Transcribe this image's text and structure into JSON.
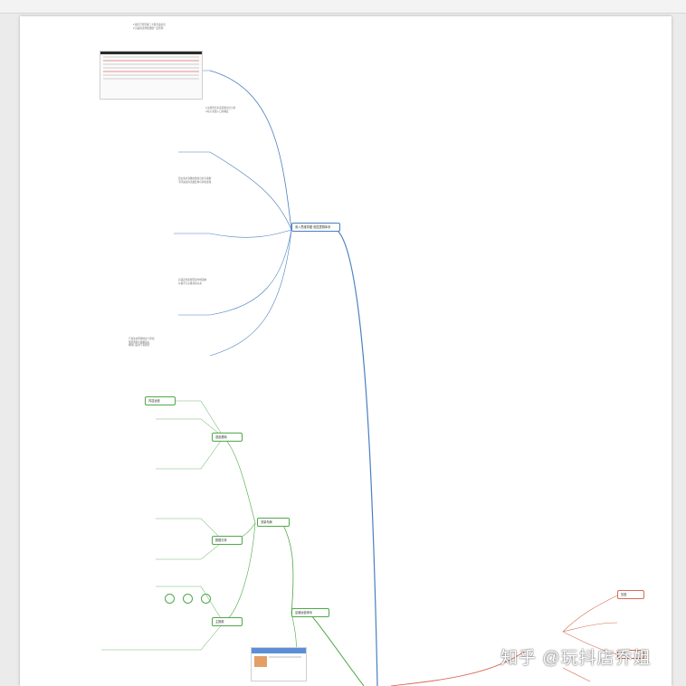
{
  "central_blue_node": "深入思维导图·底层逻辑体系",
  "central_green_node": "店铺运营体系",
  "notes": {
    "top": [
      "1.我们已经掌握了大量竞品信息",
      "2.竞品的选择要遵循一定原则",
      "3.关键词竞争度需要对比分析",
      "4.核心流量入口的确定"
    ],
    "mid": [
      "目标客户画像的要素分析与拆解",
      "不同渠道的流量结构与转化逻辑",
      "店铺定位需要匹配市场需求",
      "价格带与主推款的关系"
    ],
    "left": [
      "产品生命周期的四个阶段",
      "测款周期与数据指标",
      "爆款打造的节奏把控"
    ]
  },
  "green_nodes": [
    "选品基础",
    "数据分析",
    "主推款",
    "流量布局",
    "内容运营"
  ],
  "red_nodes": [
    "复盘",
    "优化"
  ],
  "watermark": "知乎 @玩抖店乔姐"
}
